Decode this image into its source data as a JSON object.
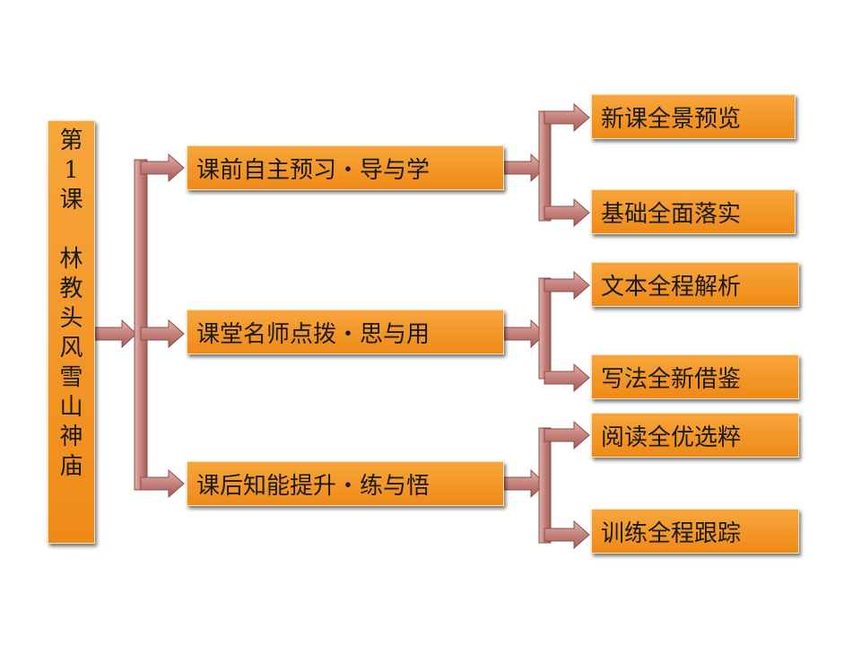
{
  "root": {
    "line1": [
      "第",
      "1",
      "课"
    ],
    "line2": [
      "林",
      "教",
      "头",
      "风",
      "雪",
      "山",
      "神",
      "庙"
    ]
  },
  "branches": [
    {
      "label": "课前自主预习・导与学",
      "children": [
        "新课全景预览",
        "基础全面落实"
      ]
    },
    {
      "label": "课堂名师点拨・思与用",
      "children": [
        "文本全程解析",
        "写法全新借鉴"
      ]
    },
    {
      "label": "课后知能提升・练与悟",
      "children": [
        "阅读全优选粹",
        "训练全程跟踪"
      ]
    }
  ],
  "colors": {
    "box_fill": "#f39a27",
    "arrow_fill": "#c98a84",
    "arrow_edge": "#8e4f4a"
  }
}
